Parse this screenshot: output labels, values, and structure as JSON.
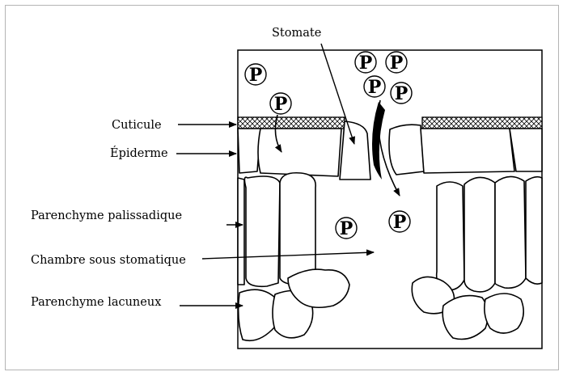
{
  "labels": {
    "stomate": "Stomate",
    "cuticle": "Cuticule",
    "epidermis": "Épiderme",
    "palisade": "Parenchyme palissadique",
    "chamber": "Chambre sous stomatique",
    "spongy": "Parenchyme lacuneux"
  },
  "particle_glyph": "P",
  "colors": {
    "line": "#000000",
    "frame": "#b4b4b4",
    "background": "#ffffff"
  }
}
